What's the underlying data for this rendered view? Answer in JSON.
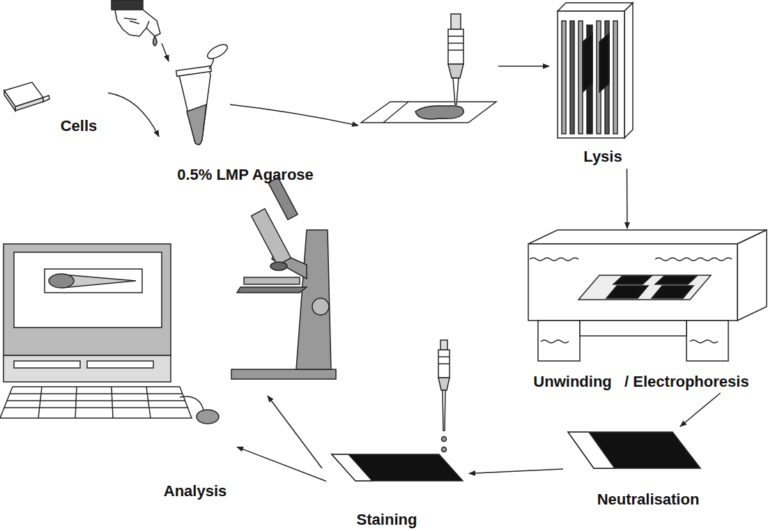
{
  "diagram": {
    "nodes": [
      {
        "text": [
          "Cells"
        ]
      },
      {
        "text": [
          "0.5% LMP Agarose"
        ]
      },
      {
        "text": [
          "Lysis"
        ]
      },
      {
        "text": [
          "Unwinding   / Electrophoresis"
        ]
      },
      {
        "text": [
          "Neutralisation"
        ]
      },
      {
        "text": [
          "Staining"
        ]
      },
      {
        "text": [
          "Analysis"
        ]
      }
    ],
    "edges": [
      {
        "from": 0,
        "to": 1,
        "arrow": "to"
      },
      {
        "from": 2,
        "to": 3,
        "arrow": "to"
      },
      {
        "from": 3,
        "to": 4,
        "arrow": "to"
      },
      {
        "from": 4,
        "to": 5,
        "arrow": "to"
      },
      {
        "from": 5,
        "to": 6,
        "arrow": "to"
      }
    ]
  }
}
